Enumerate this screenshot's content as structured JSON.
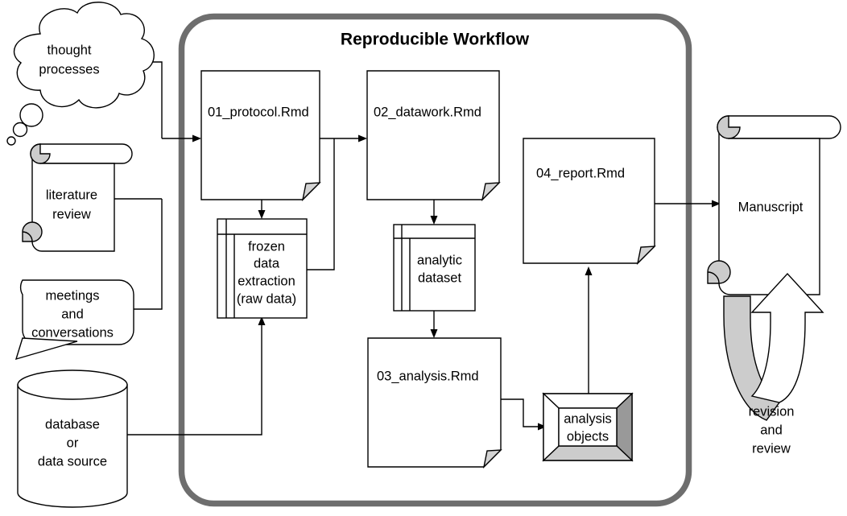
{
  "diagram": {
    "title": "Reproducible Workflow",
    "type": "flowchart",
    "container": {
      "label": "Reproducible Workflow",
      "border_color": "#6e6e6e",
      "shape": "rounded-rectangle"
    },
    "palette": {
      "stroke": "#000000",
      "shape_fill": "#ffffff",
      "fold_fill": "#d4d4d4",
      "gray_fill": "#cccccc",
      "container_border": "#6e6e6e"
    },
    "inputs": [
      {
        "id": "thought-processes",
        "shape": "thought-cloud",
        "lines": [
          "thought",
          "processes"
        ]
      },
      {
        "id": "literature-review",
        "shape": "scroll",
        "lines": [
          "literature",
          "review"
        ]
      },
      {
        "id": "meetings-and-conversations",
        "shape": "speech-bubble",
        "lines": [
          "meetings",
          "and",
          "conversations"
        ]
      },
      {
        "id": "database-or-data-source",
        "shape": "cylinder",
        "lines": [
          "database",
          "or",
          "data source"
        ]
      }
    ],
    "documents": [
      {
        "id": "protocol",
        "shape": "document-folded-corner",
        "label": "01_protocol.Rmd"
      },
      {
        "id": "datawork",
        "shape": "document-folded-corner",
        "label": "02_datawork.Rmd"
      },
      {
        "id": "analysis",
        "shape": "document-folded-corner",
        "label": "03_analysis.Rmd"
      },
      {
        "id": "report",
        "shape": "document-folded-corner",
        "label": "04_report.Rmd"
      }
    ],
    "datastores": [
      {
        "id": "frozen-data-extraction",
        "shape": "table",
        "lines": [
          "frozen",
          "data",
          "extraction",
          "(raw data)"
        ]
      },
      {
        "id": "analytic-dataset",
        "shape": "table",
        "lines": [
          "analytic",
          "dataset"
        ]
      },
      {
        "id": "analysis-objects",
        "shape": "3d-box",
        "lines": [
          "analysis",
          "objects"
        ]
      }
    ],
    "outputs": [
      {
        "id": "manuscript",
        "shape": "scroll",
        "label": "Manuscript"
      },
      {
        "id": "revision-and-review",
        "shape": "curved-block-arrow",
        "lines": [
          "revision",
          "and",
          "review"
        ]
      }
    ],
    "edges": [
      {
        "from": "thought-processes",
        "to": "protocol"
      },
      {
        "from": "literature-review",
        "to": "protocol"
      },
      {
        "from": "meetings-and-conversations",
        "to": "protocol"
      },
      {
        "from": "database-or-data-source",
        "to": "frozen-data-extraction"
      },
      {
        "from": "protocol",
        "to": "frozen-data-extraction"
      },
      {
        "from": "protocol",
        "to": "datawork"
      },
      {
        "from": "frozen-data-extraction",
        "to": "datawork"
      },
      {
        "from": "datawork",
        "to": "analytic-dataset"
      },
      {
        "from": "analytic-dataset",
        "to": "analysis"
      },
      {
        "from": "analysis",
        "to": "analysis-objects"
      },
      {
        "from": "analysis-objects",
        "to": "report"
      },
      {
        "from": "report",
        "to": "manuscript"
      },
      {
        "from": "manuscript",
        "to": "revision-and-review"
      }
    ]
  }
}
